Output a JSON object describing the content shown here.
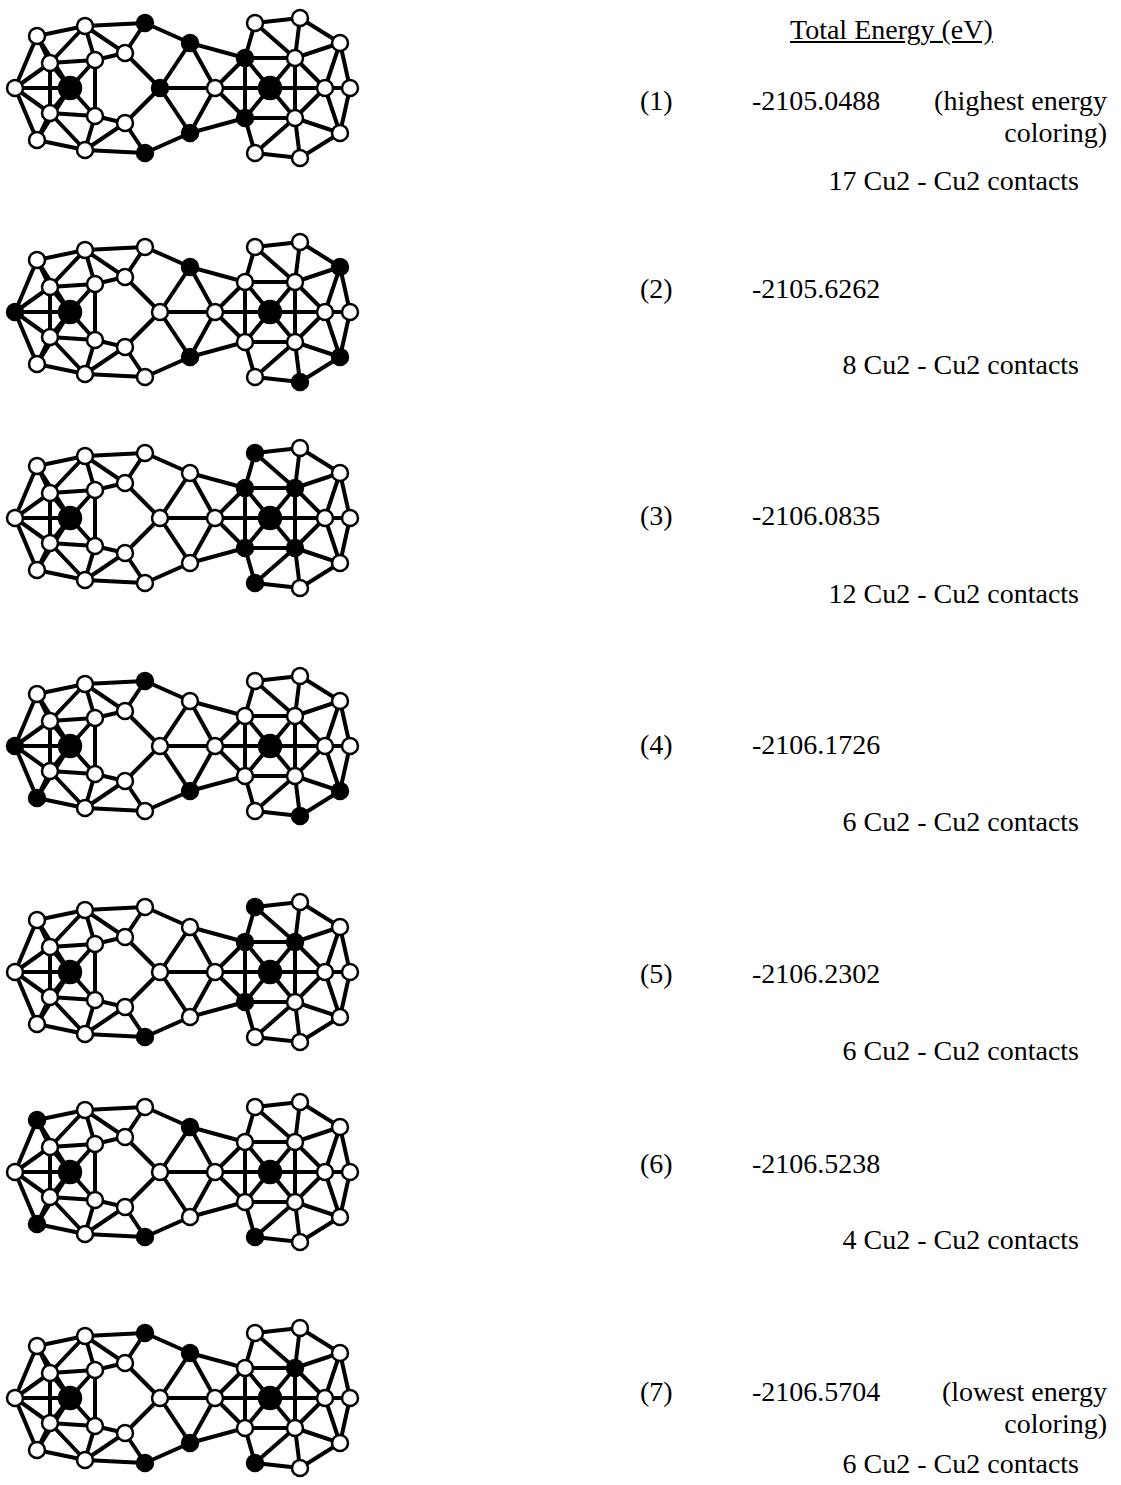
{
  "diagram": {
    "title": "Total Energy (eV)",
    "labels": [
      "(1)",
      "-2105.0488",
      "(highest energy coloring)",
      "17 Cu2 - Cu2 contacts",
      "(2)",
      "-2105.6262",
      "8 Cu2 - Cu2 contacts",
      "(3)",
      "-2106.0835",
      "12 Cu2 - Cu2 contacts",
      "(4)",
      "-2106.1726",
      "6 Cu2 - Cu2 contacts",
      "(5)",
      "-2106.2302",
      "6 Cu2 - Cu2 contacts",
      "(6)",
      "-2106.5238",
      "4 Cu2 - Cu2 contacts",
      "(7)",
      "-2106.5704",
      "(lowest energy coloring)",
      "6 Cu2 - Cu2 contacts"
    ]
  }
}
